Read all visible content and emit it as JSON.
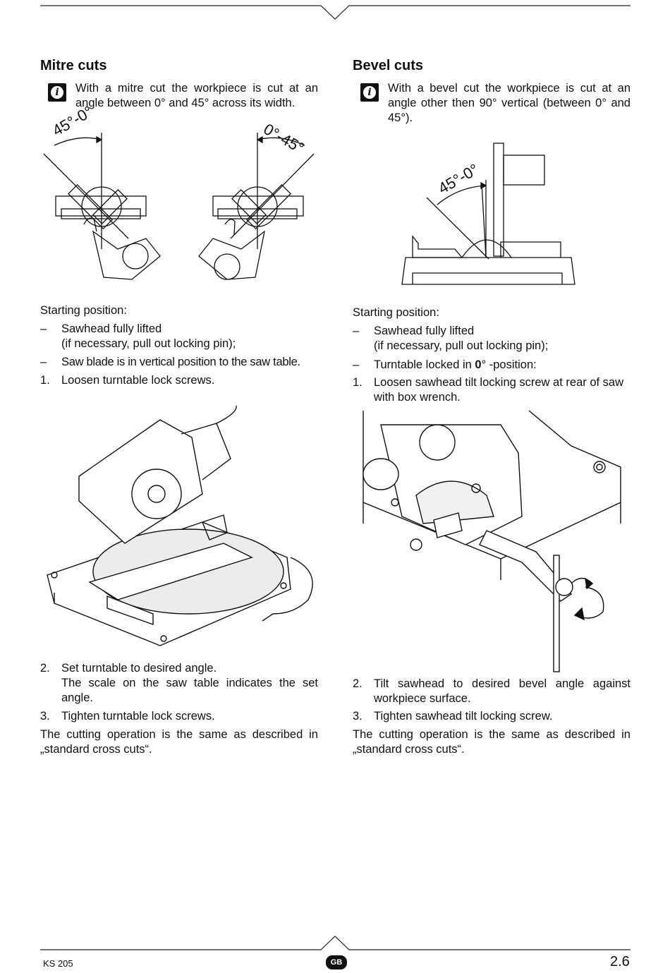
{
  "header": {},
  "left": {
    "heading": "Mitre cuts",
    "info_text": "With a mitre cut the workpiece is cut at an angle between 0° and 45° across its width.",
    "fig_labels": [
      "45°-0°",
      "0°-45°"
    ],
    "starting_position_label": "Starting position:",
    "steps_a": [
      {
        "marker": "–",
        "text": "Sawhead fully lifted"
      },
      {
        "marker": "",
        "text": "(if necessary, pull out locking pin);"
      },
      {
        "marker": "–",
        "text": "Saw blade is in vertical position to the saw table."
      },
      {
        "marker": "1.",
        "text": "Loosen turntable lock screws."
      }
    ],
    "step2": {
      "marker": "2.",
      "line1": "Set turntable to desired angle.",
      "line2": "The scale on the saw table indicates the set angle."
    },
    "step3": {
      "marker": "3.",
      "text": "Tighten turntable lock screws."
    },
    "closing": "The cutting operation is the same as described in „standard cross cuts“."
  },
  "right": {
    "heading": "Bevel cuts",
    "info_text": "With a bevel cut the workpiece is cut at an angle other then 90° vertical (between 0° and 45°).",
    "fig_label": "45°-0°",
    "starting_position_label": "Starting position:",
    "steps_a": [
      {
        "marker": "–",
        "text": "Sawhead fully lifted"
      },
      {
        "marker": "",
        "text": "(if necessary, pull out locking pin);"
      }
    ],
    "turntable_pre": "Turntable locked in ",
    "turntable_bold": "0",
    "turntable_post": "° -position:",
    "step1": {
      "marker": "1.",
      "text": "Loosen sawhead tilt locking screw at rear of saw with box wrench."
    },
    "step2": {
      "marker": "2.",
      "text": "Tilt sawhead to desired bevel angle against workpiece surface."
    },
    "step3": {
      "marker": "3.",
      "text": "Tighten sawhead tilt locking screw."
    },
    "closing": "The cutting operation is the same as described in „standard cross cuts“."
  },
  "footer": {
    "model": "KS 205",
    "lang_badge": "GB",
    "page_number": "2.6"
  }
}
